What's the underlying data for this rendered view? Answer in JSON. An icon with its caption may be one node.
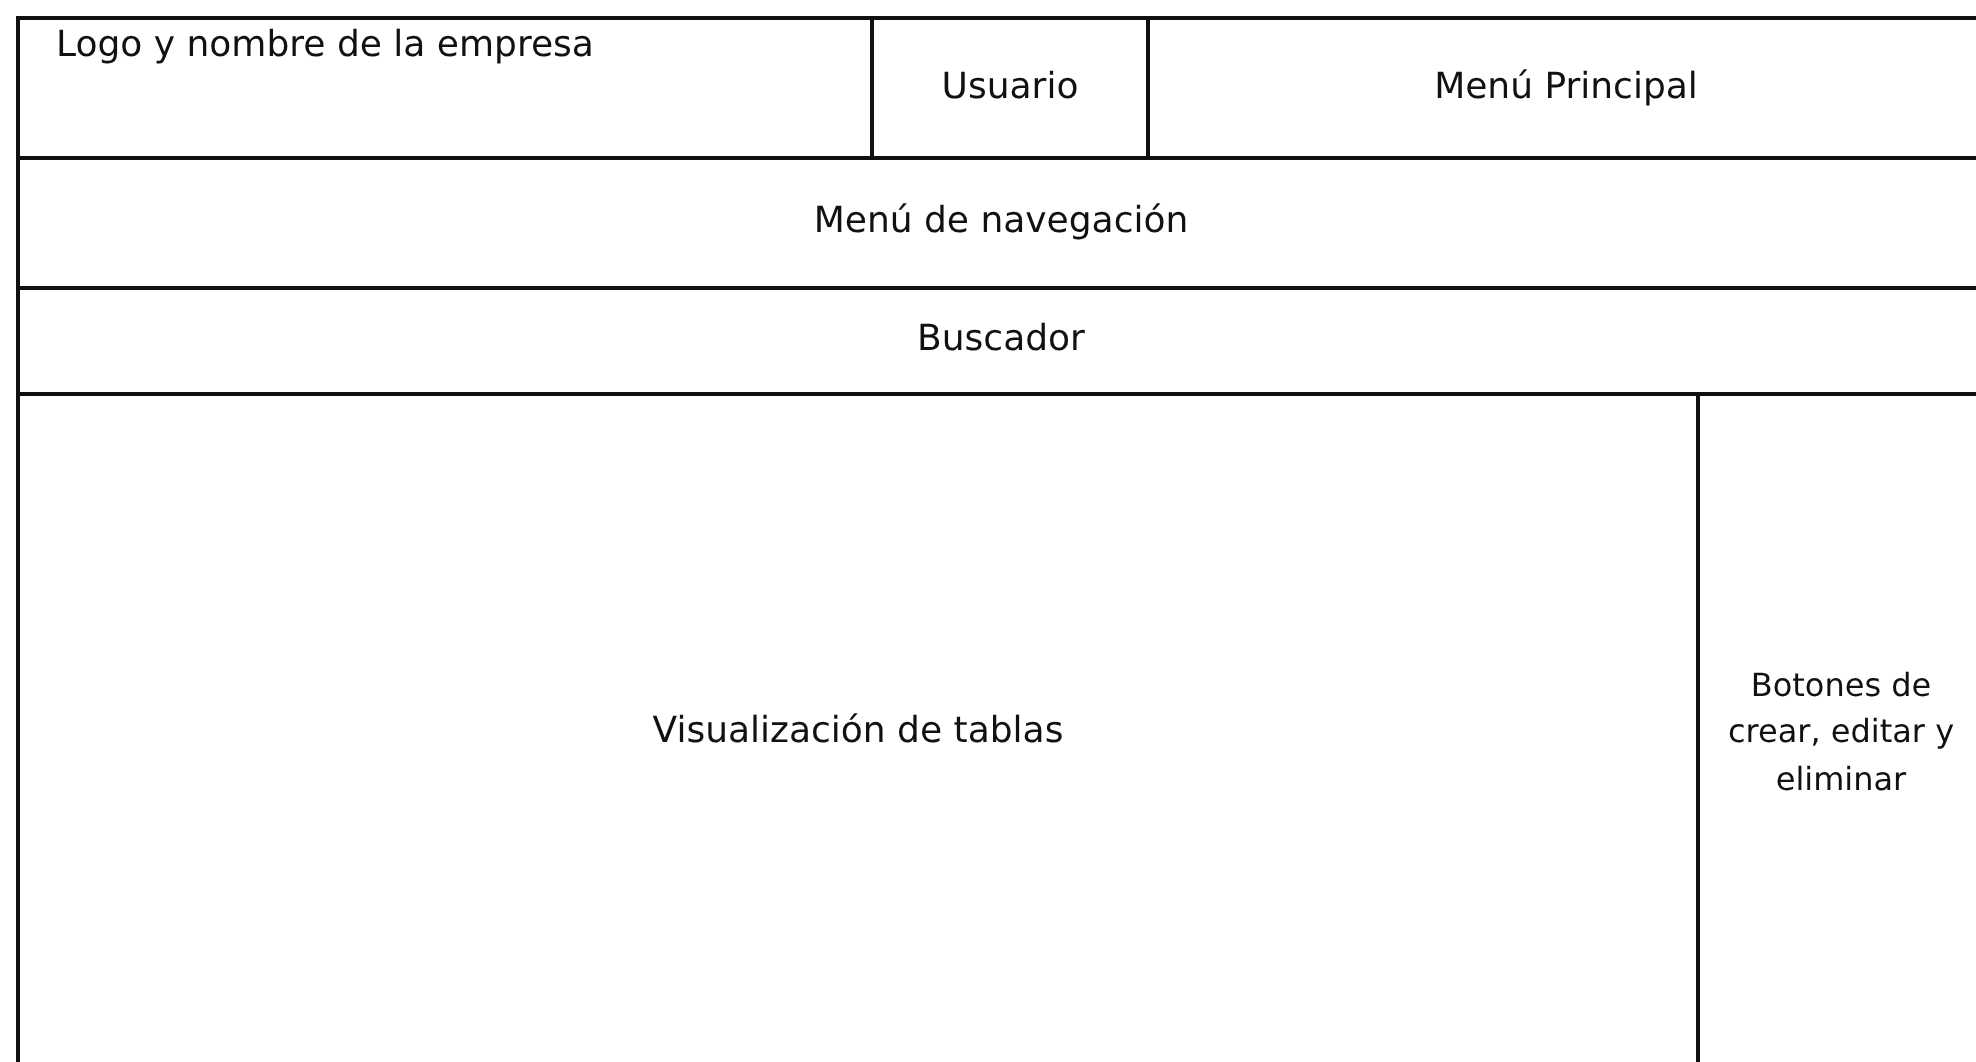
{
  "diagram": {
    "nodes": [
      {
        "text": [
          "Logo y nombre de la empresa"
        ]
      },
      {
        "text": [
          "Usuario"
        ]
      },
      {
        "text": [
          "Menú Principal"
        ]
      },
      {
        "text": [
          "Menú de navegación"
        ]
      },
      {
        "text": [
          "Buscador"
        ]
      },
      {
        "text": [
          "Visualización de tablas"
        ]
      },
      {
        "text": [
          "Botones de crear, editar y eliminar"
        ]
      }
    ]
  }
}
